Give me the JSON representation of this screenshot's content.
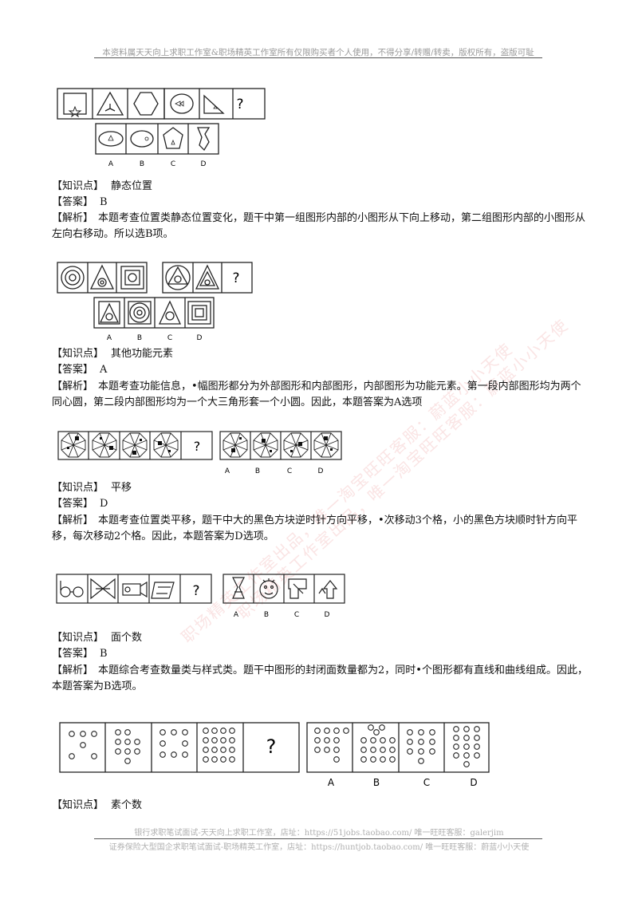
{
  "header": "本资料属天天向上求职工作室&职场精英工作室所有仅限购买者个人使用，不得分享/转赠/转卖，版权所有，盗版可耻",
  "footer": {
    "line1": "银行求职笔试面试-天天向上求职工作室，店址：https://51jobs.taobao.com/ 唯一旺旺客服：galerjim",
    "line2": "证券保险大型国企求职笔试面试-职场精英工作室，店址：https://huntjob.taobao.com/ 唯一旺旺客服：蔚蓝小小天使"
  },
  "watermarks": [
    "职场精英工作室出品，唯一淘宝旺旺客服：蔚蓝小小天使",
    "职场精英工作室出品，唯一淘宝旺旺客服：蔚蓝小小天使"
  ],
  "options": [
    "A",
    "B",
    "C",
    "D"
  ],
  "question_mark": "?",
  "q1": {
    "kp_key": "【知识点】",
    "kp": "静态位置",
    "ans_key": "【答案】",
    "ans": "B",
    "exp_key": "【解析】",
    "exp": "本题考查位置类静态位置变化，题干中第一组图形内部的小图形从下向上移动，第二组图形内部的小图形从左向右移动。所以选B项。"
  },
  "q2": {
    "kp_key": "【知识点】",
    "kp": "其他功能元素",
    "ans_key": "【答案】",
    "ans": "A",
    "exp_key": "【解析】",
    "exp": "本题考查功能信息，•幅图形都分为外部图形和内部图形，内部图形为功能元素。第一段内部图形均为两个同心圆，第二段内部图形均为一个大三角形套一个小圆。因此，本题答案为A选项"
  },
  "q3": {
    "kp_key": "【知识点】",
    "kp": "平移",
    "ans_key": "【答案】",
    "ans": "D",
    "exp_key": "【解析】",
    "exp": "本题考查位置类平移，题干中大的黑色方块逆时针方向平移，•次移动3个格，小的黑色方块顺时针方向平移，每次移动2个格。因此，本题答案为D选项。"
  },
  "q4": {
    "kp_key": "【知识点】",
    "kp": "面个数",
    "ans_key": "【答案】",
    "ans": "B",
    "exp_key": "【解析】",
    "exp": "本题综合考查数量类与样式类。题干中图形的封闭面数量都为2，同时•个图形都有直线和曲线组成。因此，本题答案为B选项。"
  },
  "q5": {
    "kp_key": "【知识点】",
    "kp": "素个数"
  }
}
